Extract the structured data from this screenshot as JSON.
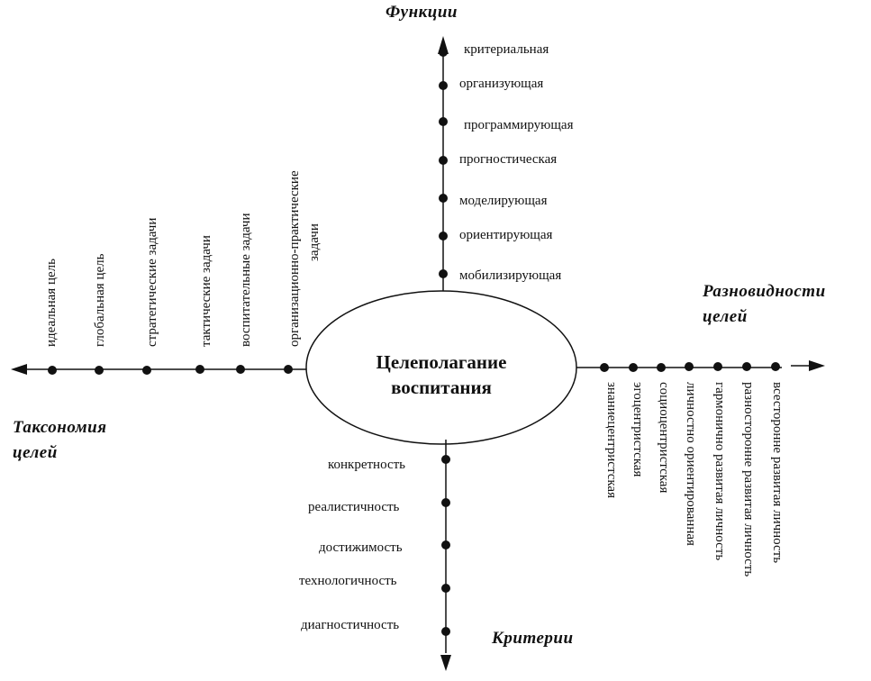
{
  "center": {
    "line1": "Целеполагание",
    "line2": "воспитания"
  },
  "functions": {
    "title": "Функции",
    "items": [
      "критериальная",
      "организующая",
      "программирующая",
      "прогностическая",
      "моделирующая",
      "ориентирующая",
      "мобилизирующая"
    ]
  },
  "varieties": {
    "title_line1": "Разновидности",
    "title_line2": "целей",
    "items": [
      "знаниецентристская",
      "эгоцентристская",
      "социоцентристская",
      "личностно ориентированная",
      "гармонично развитая личность",
      "разносторонне развитая личность",
      "всесторонне развитая личность"
    ]
  },
  "taxonomy": {
    "title_line1": "Таксономия",
    "title_line2": "целей",
    "items": [
      "идеальная цель",
      "глобальная цель",
      "стратегические задачи",
      "тактические задачи",
      "воспитательные задачи",
      "организационно-практические",
      "задачи"
    ]
  },
  "criteria": {
    "title": "Критерии",
    "items": [
      "конкретность",
      "реалистичность",
      "достижимость",
      "технологичность",
      "диагностичность"
    ]
  }
}
